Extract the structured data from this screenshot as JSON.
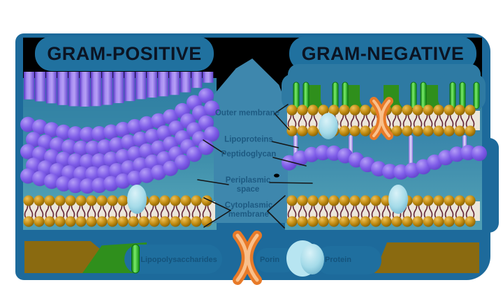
{
  "sections": {
    "gram_positive": {
      "title": "GRAM-POSITIVE"
    },
    "gram_negative": {
      "title": "GRAM-NEGATIVE"
    }
  },
  "structure_labels": {
    "outer_membrane": "Outer membrane",
    "lipoproteins": "Lipoproteins",
    "peptidoglycan": "Peptidoglycan",
    "periplasmic_space": "Periplasmic space",
    "cytoplasmic_membrane": "Cytoplasmic membrane"
  },
  "legend": {
    "items": [
      {
        "label": "Lipopolysaccharides",
        "icon": "lps-strand-icon",
        "color": "#1fae1f"
      },
      {
        "label": "Porin",
        "icon": "porin-icon",
        "color": "#e87a28"
      },
      {
        "label": "Protein",
        "icon": "protein-icon",
        "color": "#9ed6e6"
      }
    ]
  },
  "colors": {
    "frame_teal": "#1d6a9b",
    "title_bubble": "#20719f",
    "title_text": "#0b1423",
    "structure_label_text": "#1d5a82",
    "legend_label_text": "#14537c",
    "peptidoglycan_purple": "#7e5ce8",
    "membrane_head_amber": "#c08a10",
    "membrane_body_cream": "#ece6da",
    "lipid_tail_maroon": "#5d1c2f",
    "lps_green": "#1fae1f",
    "background_green": "#2f8f1c",
    "bottom_brown": "#8a6a10",
    "porin_orange": "#e87a28",
    "protein_blue": "#a5dbe9",
    "lipoprotein_lavender": "#b3a0ee"
  }
}
